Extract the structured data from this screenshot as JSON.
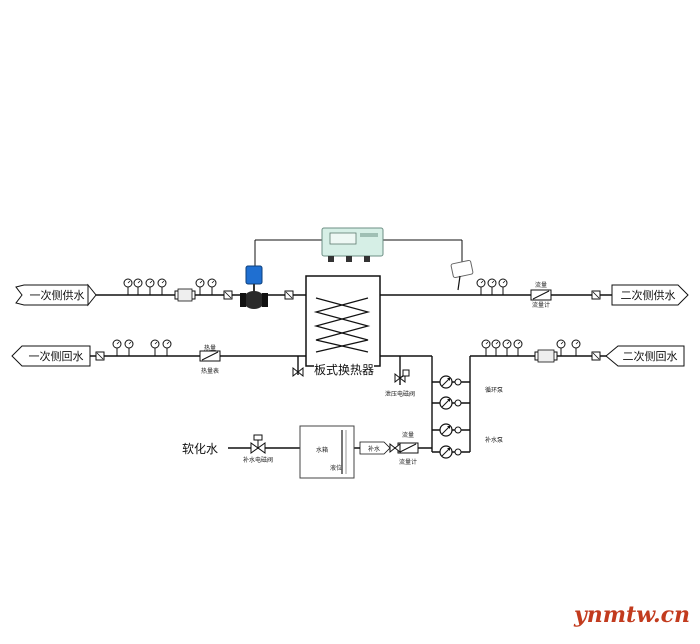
{
  "diagram": {
    "primary_supply": "一次侧供水",
    "primary_return": "一次侧回水",
    "secondary_supply": "二次侧供水",
    "secondary_return": "二次侧回水",
    "heat_exchanger": "板式换热器",
    "soft_water": "软化水",
    "heat_meter": "热量表",
    "flowmeter_supply": "流量计",
    "flowmeter_makeup": "流量计",
    "pressure_relief_valve": "泄压电磁阀",
    "circulation_pump": "循环泵",
    "makeup_pump": "补水泵",
    "makeup_solenoid_valve": "补水电磁阀",
    "water_tank": "水箱",
    "level_gauge": "液位",
    "makeup_tag": "补水",
    "small_tag_a": "流量",
    "small_tag_b": "热量",
    "small_tag_c": "流量"
  },
  "watermark": "ynmtw.cn",
  "colors": {
    "line": "#111111",
    "valve_actuator": "#1f6fd1",
    "controller": "#d6efe6",
    "watermark": "#c23b1e"
  }
}
